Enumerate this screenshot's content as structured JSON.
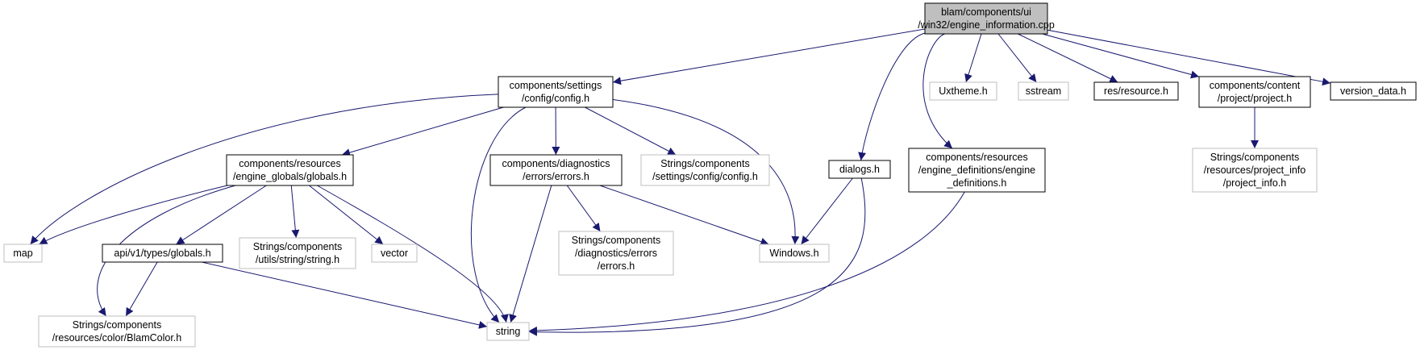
{
  "colors": {
    "edge": "#191970",
    "root_fill": "#bfbfbf",
    "node_border": "#000000",
    "external_border": "#bfbfbf",
    "text": "#000000",
    "background": "#ffffff"
  },
  "nodes": [
    {
      "id": "root",
      "kind": "root",
      "lines": [
        "blam/components/ui",
        "/win32/engine_information.cpp"
      ]
    },
    {
      "id": "config",
      "kind": "documented",
      "lines": [
        "components/settings",
        "/config/config.h"
      ]
    },
    {
      "id": "uxtheme",
      "kind": "external",
      "lines": [
        "Uxtheme.h"
      ]
    },
    {
      "id": "sstream",
      "kind": "external",
      "lines": [
        "sstream"
      ]
    },
    {
      "id": "resource",
      "kind": "documented",
      "lines": [
        "res/resource.h"
      ]
    },
    {
      "id": "project",
      "kind": "documented",
      "lines": [
        "components/content",
        "/project/project.h"
      ]
    },
    {
      "id": "version",
      "kind": "documented",
      "lines": [
        "version_data.h"
      ]
    },
    {
      "id": "globals",
      "kind": "documented",
      "lines": [
        "components/resources",
        "/engine_globals/globals.h"
      ]
    },
    {
      "id": "errors",
      "kind": "documented",
      "lines": [
        "components/diagnostics",
        "/errors/errors.h"
      ]
    },
    {
      "id": "strcfg",
      "kind": "external",
      "lines": [
        "Strings/components",
        "/settings/config/config.h"
      ]
    },
    {
      "id": "dialogs",
      "kind": "documented",
      "lines": [
        "dialogs.h"
      ]
    },
    {
      "id": "engdefs",
      "kind": "documented",
      "lines": [
        "components/resources",
        "/engine_definitions/engine",
        "_definitions.h"
      ]
    },
    {
      "id": "projinfo",
      "kind": "external",
      "lines": [
        "Strings/components",
        "/resources/project_info",
        "/project_info.h"
      ]
    },
    {
      "id": "map",
      "kind": "external",
      "lines": [
        "map"
      ]
    },
    {
      "id": "apiglobals",
      "kind": "documented",
      "lines": [
        "api/v1/types/globals.h"
      ]
    },
    {
      "id": "strutil",
      "kind": "external",
      "lines": [
        "Strings/components",
        "/utils/string/string.h"
      ]
    },
    {
      "id": "vector",
      "kind": "external",
      "lines": [
        "vector"
      ]
    },
    {
      "id": "strerr",
      "kind": "external",
      "lines": [
        "Strings/components",
        "/diagnostics/errors",
        "/errors.h"
      ]
    },
    {
      "id": "windows",
      "kind": "external",
      "lines": [
        "Windows.h"
      ]
    },
    {
      "id": "blamcolor",
      "kind": "external",
      "lines": [
        "Strings/components",
        "/resources/color/BlamColor.h"
      ]
    },
    {
      "id": "string",
      "kind": "external",
      "lines": [
        "string"
      ]
    }
  ],
  "edges": [
    {
      "from": "root",
      "to": "config"
    },
    {
      "from": "root",
      "to": "dialogs"
    },
    {
      "from": "root",
      "to": "engdefs"
    },
    {
      "from": "root",
      "to": "uxtheme"
    },
    {
      "from": "root",
      "to": "sstream"
    },
    {
      "from": "root",
      "to": "resource"
    },
    {
      "from": "root",
      "to": "project"
    },
    {
      "from": "root",
      "to": "version"
    },
    {
      "from": "config",
      "to": "map"
    },
    {
      "from": "config",
      "to": "globals"
    },
    {
      "from": "config",
      "to": "string"
    },
    {
      "from": "config",
      "to": "errors"
    },
    {
      "from": "config",
      "to": "strcfg"
    },
    {
      "from": "config",
      "to": "windows"
    },
    {
      "from": "globals",
      "to": "map"
    },
    {
      "from": "globals",
      "to": "blamcolor"
    },
    {
      "from": "globals",
      "to": "apiglobals"
    },
    {
      "from": "globals",
      "to": "strutil"
    },
    {
      "from": "globals",
      "to": "vector"
    },
    {
      "from": "globals",
      "to": "string"
    },
    {
      "from": "apiglobals",
      "to": "blamcolor"
    },
    {
      "from": "apiglobals",
      "to": "string"
    },
    {
      "from": "errors",
      "to": "string"
    },
    {
      "from": "errors",
      "to": "strerr"
    },
    {
      "from": "errors",
      "to": "windows"
    },
    {
      "from": "dialogs",
      "to": "windows"
    },
    {
      "from": "dialogs",
      "to": "string"
    },
    {
      "from": "engdefs",
      "to": "string"
    },
    {
      "from": "project",
      "to": "projinfo"
    }
  ]
}
